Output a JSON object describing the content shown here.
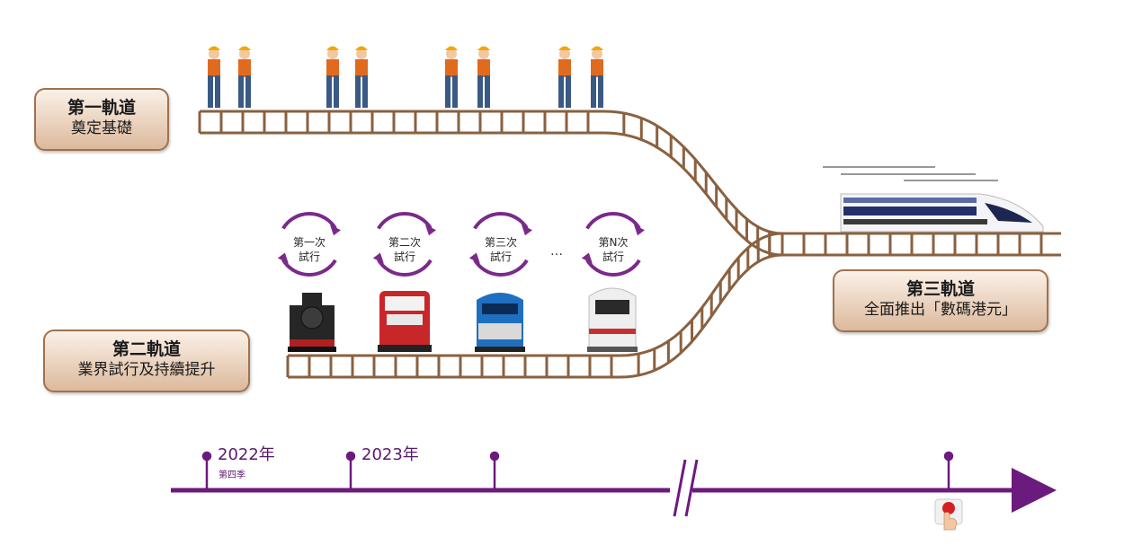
{
  "track1": {
    "title": "第一軌道",
    "subtitle": "奠定基礎"
  },
  "track2": {
    "title": "第二軌道",
    "subtitle": "業界試行及持續提升"
  },
  "track3": {
    "title": "第三軌道",
    "subtitle": "全面推出「數碼港元」"
  },
  "cycles": [
    {
      "line1": "第一次",
      "line2": "試行"
    },
    {
      "line1": "第二次",
      "line2": "試行"
    },
    {
      "line1": "第三次",
      "line2": "試行"
    },
    {
      "line1": "第N次",
      "line2": "試行"
    }
  ],
  "ellipsis": "…",
  "timeline": {
    "year1": "2022年",
    "year1_sub": "第四季",
    "year2": "2023年"
  },
  "colors": {
    "rail": "#8a6140",
    "timeline": "#6b1a7e",
    "cycle": "#7a2a8a"
  }
}
